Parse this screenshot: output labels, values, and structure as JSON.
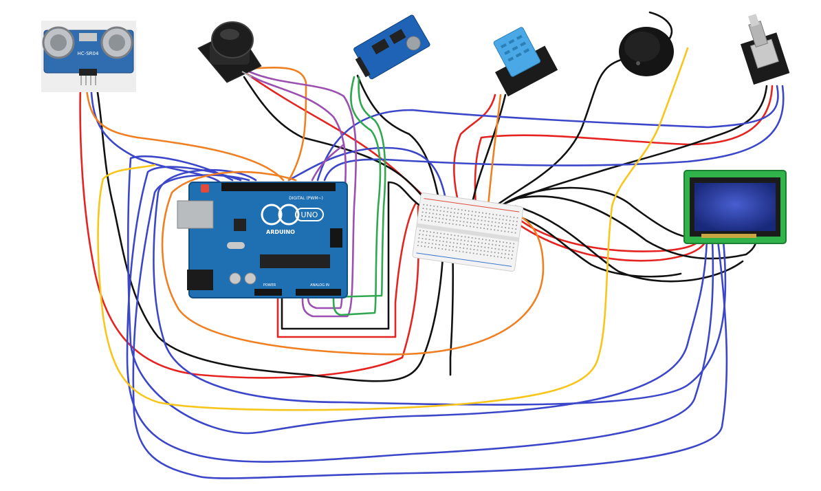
{
  "components": {
    "ultrasonic": {
      "name": "HC-SR04 ultrasonic sensor",
      "marking": "HC-SR04"
    },
    "joystick": {
      "name": "Joystick module"
    },
    "rtc": {
      "name": "RTC clock module"
    },
    "dht": {
      "name": "DHT11 temperature/humidity sensor"
    },
    "buzzer": {
      "name": "Buzzer"
    },
    "encoder": {
      "name": "Rotary encoder"
    },
    "arduino": {
      "name": "Arduino Uno",
      "logo": "UNO",
      "brand": "ARDUINO",
      "digital": "DIGITAL (PWM~)",
      "power": "POWER",
      "analog": "ANALOG IN"
    },
    "breadboard": {
      "name": "Breadboard"
    },
    "lcd": {
      "name": "LCD display"
    }
  },
  "wire_colors": {
    "red": "#e52421",
    "black": "#111111",
    "blue": "#3b46c9",
    "orange": "#f07f22",
    "purple": "#9b4fb0",
    "green": "#2fa84f",
    "yellow": "#f8c61a"
  }
}
